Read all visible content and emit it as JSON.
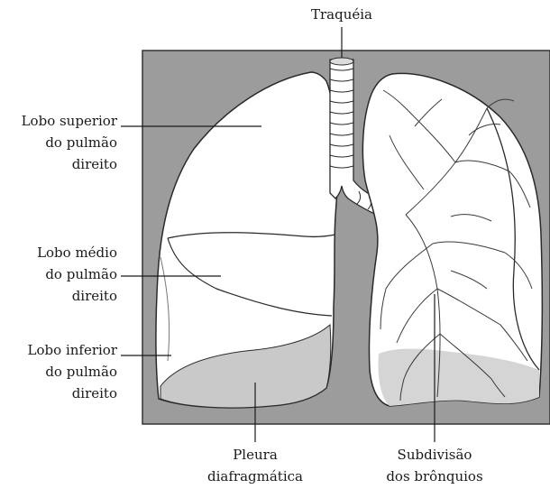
{
  "labels": {
    "traqueia": "Traquéia",
    "lobo_superior": [
      "Lobo superior",
      "do pulmão",
      "direito"
    ],
    "lobo_medio": [
      "Lobo médio",
      "do pulmão",
      "direito"
    ],
    "lobo_inferior": [
      "Lobo inferior",
      "do pulmão",
      "direito"
    ],
    "pleura": [
      "Pleura",
      "diafragmática"
    ],
    "subdivisao": [
      "Subdivisão",
      "dos brônquios"
    ]
  },
  "colors": {
    "background_box": "#9c9c9c",
    "lung_fill": "#ffffff",
    "pleura_fill": "#c9c9c9",
    "outline": "#2a2a2a"
  }
}
